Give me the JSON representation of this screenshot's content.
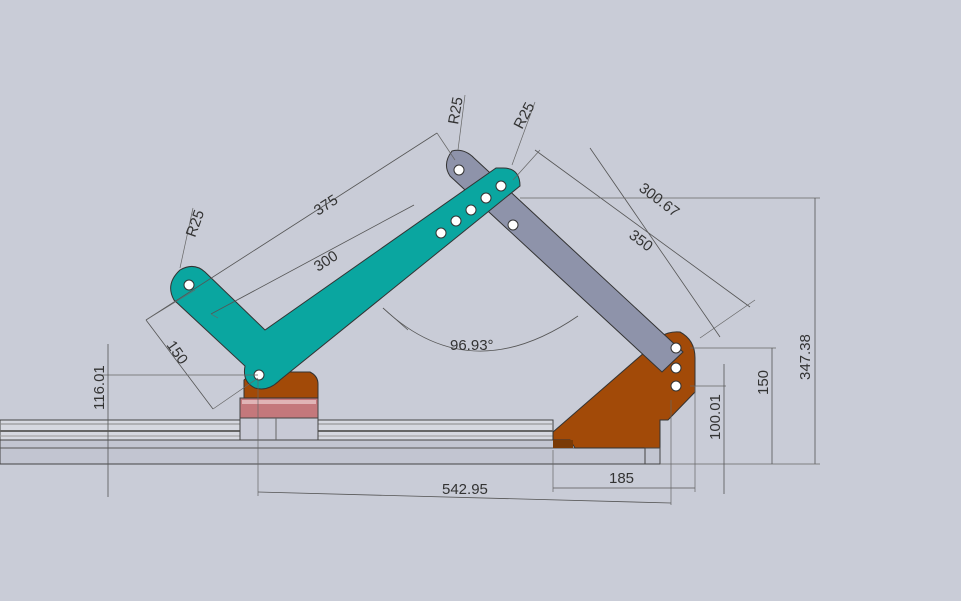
{
  "colors": {
    "background": "#c9ccd7",
    "teal_link": "#0aa6a0",
    "gray_link": "#8e93aa",
    "bracket": "#a24a08",
    "block_pink": "#c4787c",
    "rail": "#d0d2dc"
  },
  "dimensions": {
    "r25_left": "R25",
    "r25_top_a": "R25",
    "r25_top_b": "R25",
    "d375": "375",
    "d300": "300",
    "d150_left": "150",
    "d116": "116.01",
    "angle": "96.93°",
    "d300_67": "300.67",
    "d350": "350",
    "d347": "347.38",
    "d150_right": "150",
    "d100": "100.01",
    "d185": "185",
    "d542": "542.95"
  }
}
